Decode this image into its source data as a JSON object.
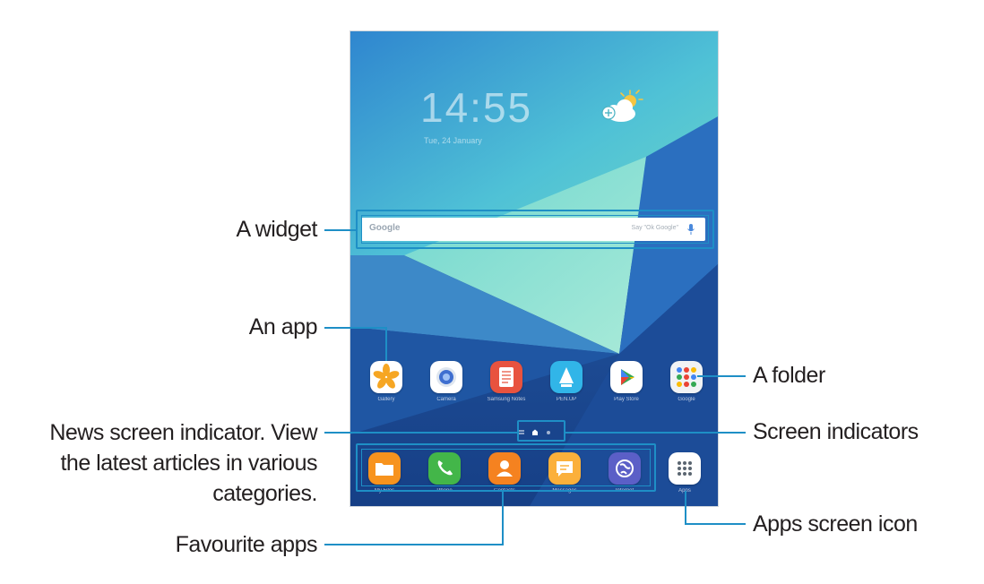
{
  "home": {
    "clock": "14:55",
    "date": "Tue, 24 January",
    "search": {
      "logo": "Google",
      "hint": "Say \"Ok Google\""
    },
    "apps": [
      {
        "label": "Gallery",
        "icon": "gallery-icon"
      },
      {
        "label": "Camera",
        "icon": "camera-icon"
      },
      {
        "label": "Samsung Notes",
        "icon": "notes-icon"
      },
      {
        "label": "PEN.UP",
        "icon": "penup-icon"
      },
      {
        "label": "Play Store",
        "icon": "play-store-icon"
      },
      {
        "label": "Google",
        "icon": "google-folder-icon"
      }
    ],
    "dock": [
      {
        "label": "My Files",
        "icon": "folder-icon"
      },
      {
        "label": "Phone",
        "icon": "phone-icon"
      },
      {
        "label": "Contacts",
        "icon": "contacts-icon"
      },
      {
        "label": "Messages",
        "icon": "messages-icon"
      },
      {
        "label": "Internet",
        "icon": "internet-icon"
      },
      {
        "label": "Apps",
        "icon": "apps-grid-icon"
      }
    ]
  },
  "callouts": {
    "widget": "A widget",
    "app": "An app",
    "news_line1": "News screen indicator. View",
    "news_line2": "the latest articles in various",
    "news_line3": "categories.",
    "favourite": "Favourite apps",
    "folder": "A folder",
    "indicators": "Screen indicators",
    "apps_icon": "Apps screen icon"
  },
  "colors": {
    "accent": "#1e8fc6",
    "text": "#231f20"
  }
}
